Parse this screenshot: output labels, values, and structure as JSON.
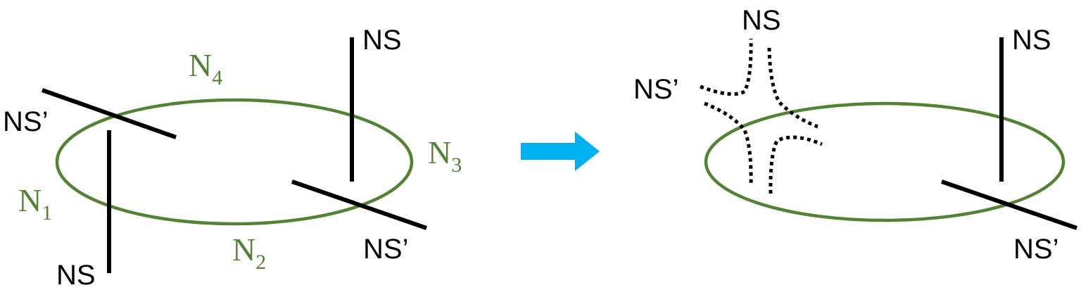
{
  "colors": {
    "ring": "#548235",
    "brane": "#000000",
    "arrow": "#00B0F0"
  },
  "left": {
    "labels": {
      "ns_top": "NS",
      "ns_bottom": "NS",
      "nsp_left": "NS’",
      "nsp_right": "NS’"
    },
    "ring_labels": {
      "n1": {
        "base": "N",
        "sub": "1"
      },
      "n2": {
        "base": "N",
        "sub": "2"
      },
      "n3": {
        "base": "N",
        "sub": "3"
      },
      "n4": {
        "base": "N",
        "sub": "4"
      }
    }
  },
  "right": {
    "labels": {
      "ns_top_center": "NS",
      "nsp_left": "NS’",
      "ns_top_right": "NS",
      "nsp_bottom_right": "NS’"
    }
  }
}
